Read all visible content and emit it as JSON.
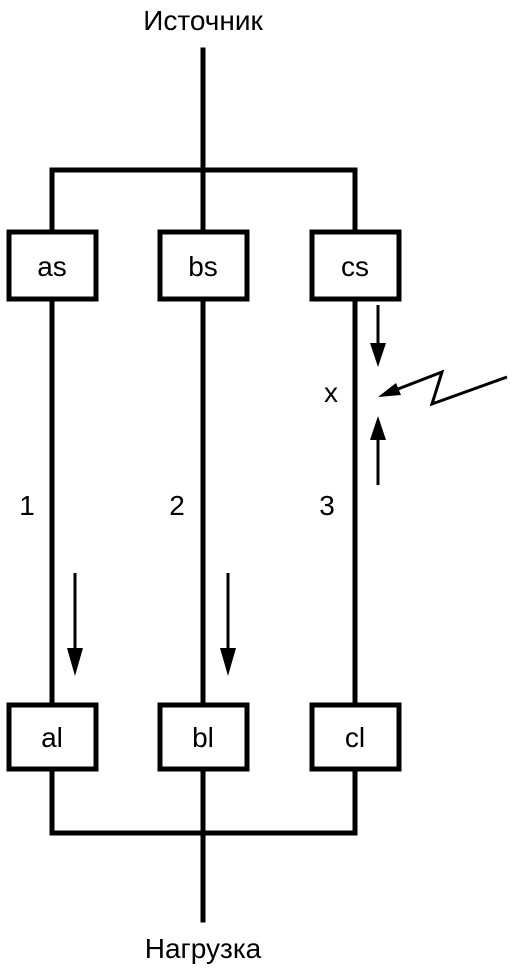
{
  "source_label": "Источник",
  "load_label": "Нагрузка",
  "top_boxes": [
    "as",
    "bs",
    "cs"
  ],
  "bottom_boxes": [
    "al",
    "bl",
    "cl"
  ],
  "line_numbers": [
    "1",
    "2",
    "3"
  ],
  "fault_label": "x"
}
